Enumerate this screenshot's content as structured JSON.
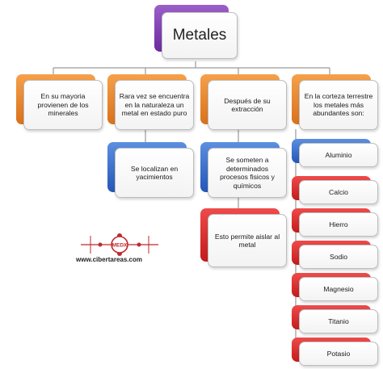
{
  "diagram": {
    "title": "Metales",
    "branches": [
      {
        "text": "En su mayoria provienen de los minerales"
      },
      {
        "text": "Rara vez se encuentra en la naturaleza un metal en estado puro"
      },
      {
        "text": "Después de su extracción"
      },
      {
        "text": "En la corteza terrestre los metales más abundantes son:"
      }
    ],
    "sub": {
      "localizan": "Se localizan en yacimientos",
      "procesos": "Se someten a determinados procesos fisicos y químicos",
      "aislar": "Esto permite aislar al metal"
    },
    "metals": [
      "Aluminio",
      "Calcio",
      "Hierro",
      "Sodio",
      "Magnesio",
      "Titanio",
      "Potasio"
    ]
  },
  "branding": {
    "logo_text": "MEDX",
    "url": "www.cibertareas.com"
  },
  "colors": {
    "title": "#7a3aad",
    "branch": "#e8832a",
    "process": "#3f73d1",
    "metal": "#d62b2b",
    "connector": "#9a9a9a"
  }
}
